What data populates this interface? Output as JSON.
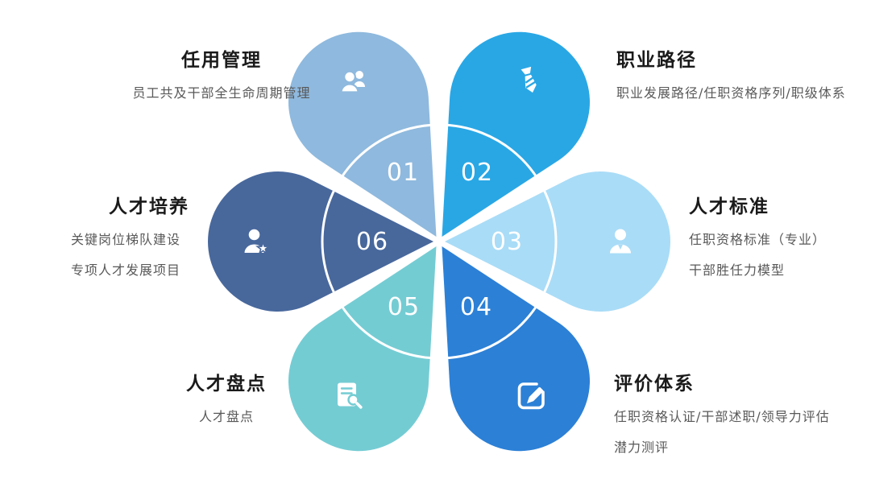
{
  "diagram": {
    "ring_color": "#ffffff",
    "petals": [
      {
        "number": "01",
        "color": "#8FB9DE",
        "icon": "users-icon",
        "title": "任用管理",
        "desc": [
          "员工共及干部全生命周期管理"
        ]
      },
      {
        "number": "02",
        "color": "#29A7E5",
        "icon": "tie-icon",
        "title": "职业路径",
        "desc": [
          "职业发展路径/任职资格序列/职级体系"
        ]
      },
      {
        "number": "03",
        "color": "#A9DCF7",
        "icon": "person-icon",
        "title": "人才标准",
        "desc": [
          "任职资格标准（专业）",
          "干部胜任力模型"
        ]
      },
      {
        "number": "04",
        "color": "#2C80D6",
        "icon": "edit-icon",
        "title": "评价体系",
        "desc": [
          "任职资格认证/干部述职/领导力评估",
          "潜力测评"
        ]
      },
      {
        "number": "05",
        "color": "#74CCD3",
        "icon": "report-search-icon",
        "title": "人才盘点",
        "desc": [
          "人才盘点"
        ]
      },
      {
        "number": "06",
        "color": "#48689C",
        "icon": "person-star-icon",
        "title": "人才培养",
        "desc": [
          "关键岗位梯队建设",
          "专项人才发展项目"
        ]
      }
    ]
  },
  "colors": {
    "background": "#ffffff",
    "title_text": "#1a1a1a",
    "desc_text": "#595959",
    "number_text": "#ffffff"
  }
}
